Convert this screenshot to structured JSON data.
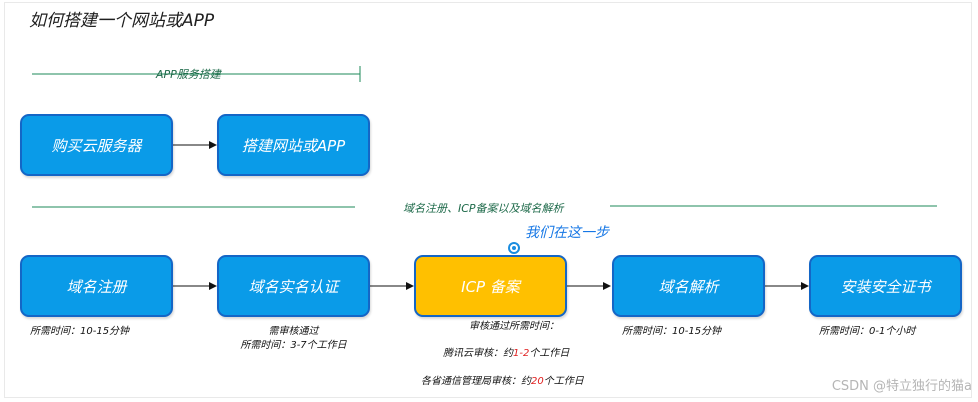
{
  "title": "如何搭建一个网站或APP",
  "sections": {
    "app_build": "APP服务搭建",
    "domain": "域名注册、ICP备案以及域名解析"
  },
  "row1": {
    "buy_server": "购买云服务器",
    "build_site": "搭建网站或APP"
  },
  "row2": {
    "domain_register": "域名注册",
    "realname_auth": "域名实名认证",
    "icp_filing": "ICP 备案",
    "domain_resolve": "域名解析",
    "ssl_install": "安装安全证书"
  },
  "notes": {
    "register_time": "所需时间：10-15分钟",
    "auth_line1": "需审核通过",
    "auth_line2": "所需时间：3-7个工作日",
    "icp_line1": "审核通过所需时间：",
    "icp_tencent_prefix": "腾讯云审核：约",
    "icp_tencent_value": "1-2",
    "icp_tencent_suffix": "个工作日",
    "icp_province_prefix": "各省通信管理局审核：约",
    "icp_province_value": "20",
    "icp_province_suffix": "个工作日",
    "resolve_time": "所需时间：10-15分钟",
    "ssl_time": "所需时间：0-1个小时"
  },
  "callout": "我们在这一步",
  "watermark": "CSDN @特立独行的猫a",
  "colors": {
    "box_fill": "#0a9be8",
    "box_border": "#1466c6",
    "highlight_fill": "#ffc000",
    "section_line": "#1e8a5a",
    "emphasis": "#e02020",
    "callout": "#1677e5"
  }
}
